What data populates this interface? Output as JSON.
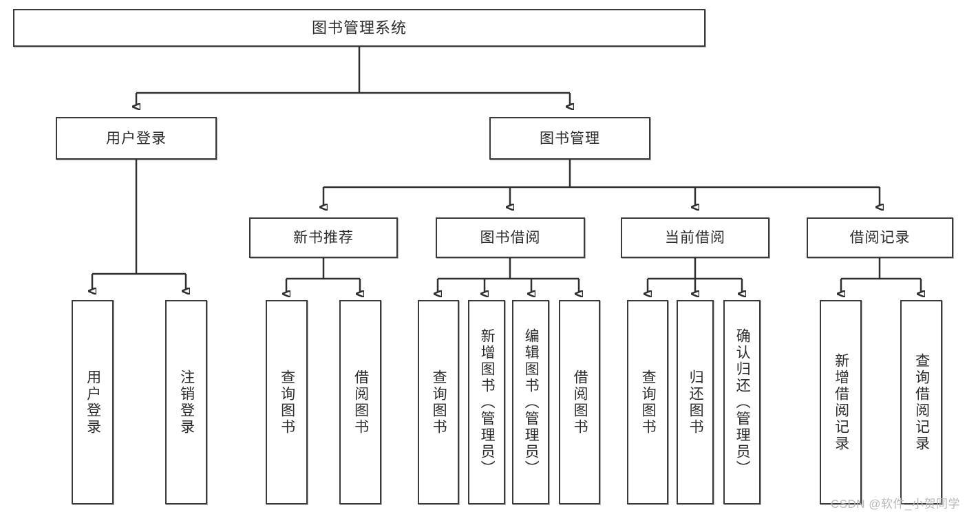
{
  "diagram": {
    "type": "tree",
    "title": "图书管理系统",
    "orientation": "top-down",
    "colors": {
      "node_border": "#3a3a3a",
      "node_fill": "#ffffff",
      "connector": "#2f2f2f",
      "text": "#2b2b2b",
      "watermark": "#b9b9b9"
    },
    "root": {
      "label": "图书管理系统"
    },
    "level2": [
      {
        "label": "用户登录"
      },
      {
        "label": "图书管理"
      }
    ],
    "level3": [
      {
        "label": "新书推荐"
      },
      {
        "label": "图书借阅"
      },
      {
        "label": "当前借阅"
      },
      {
        "label": "借阅记录"
      }
    ],
    "leaves_user_login": [
      {
        "label": "用户登录"
      },
      {
        "label": "注销登录"
      }
    ],
    "leaves_new_book": [
      {
        "label": "查询图书"
      },
      {
        "label": "借阅图书"
      }
    ],
    "leaves_borrow": [
      {
        "label": "查询图书"
      },
      {
        "label": "新增图书（管理员）"
      },
      {
        "label": "编辑图书（管理员）"
      },
      {
        "label": "借阅图书"
      }
    ],
    "leaves_current": [
      {
        "label": "查询图书"
      },
      {
        "label": "归还图书"
      },
      {
        "label": "确认归还（管理员）"
      }
    ],
    "leaves_records": [
      {
        "label": "新增借阅记录"
      },
      {
        "label": "查询借阅记录"
      }
    ]
  },
  "watermark": {
    "text": "CSDN @软件_小贺同学"
  }
}
